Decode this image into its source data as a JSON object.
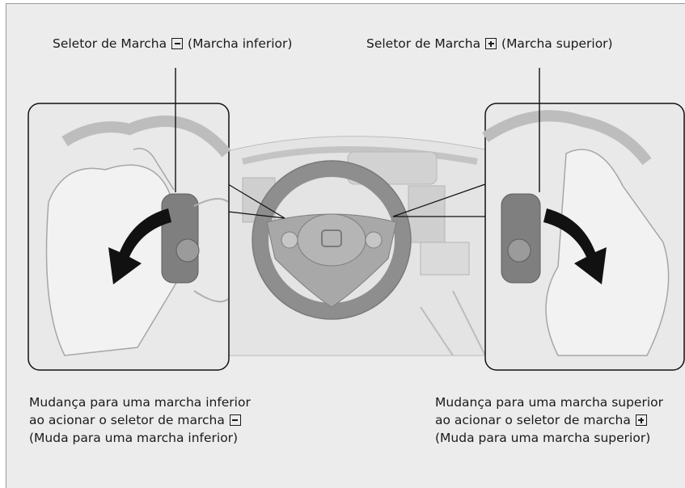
{
  "top_labels": {
    "left": {
      "prefix": "Seletor de Marcha",
      "key": "minus-key-icon",
      "suffix": "(Marcha inferior)"
    },
    "right": {
      "prefix": "Seletor de Marcha",
      "key": "plus-key-icon",
      "suffix": "(Marcha superior)"
    }
  },
  "captions": {
    "left": {
      "line1": "Mudança para uma marcha inferior",
      "line2": "ao acionar o seletor de marcha",
      "line3": "(Muda para uma marcha inferior)"
    },
    "right": {
      "line1": "Mudança para uma marcha superior",
      "line2": "ao acionar o seletor de marcha",
      "line3": "(Muda para uma marcha superior)"
    }
  },
  "colors": {
    "background": "#ececec",
    "panel": "#e6e6e6",
    "arrow": "#111111",
    "line_art": "#9a9a9a"
  }
}
